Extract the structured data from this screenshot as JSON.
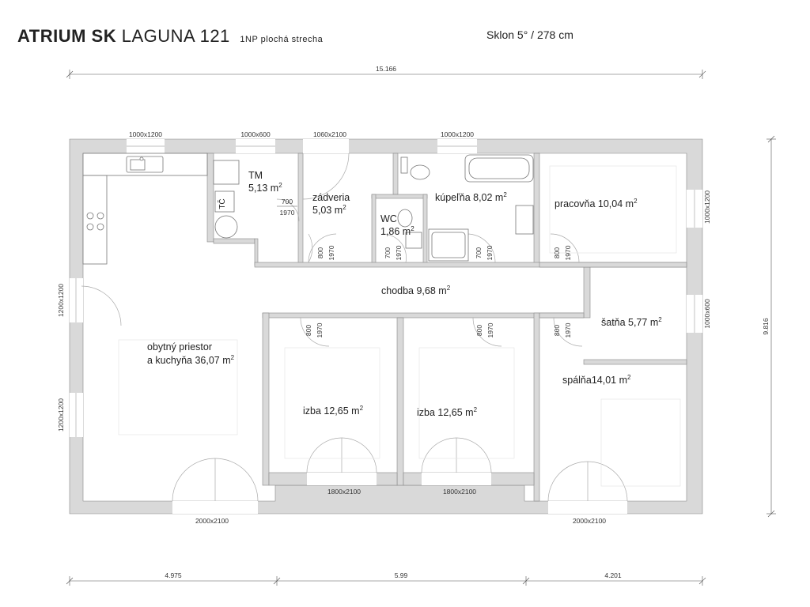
{
  "title": {
    "brand": "ATRIUM SK",
    "model": "LAGUNA 121",
    "sub": "1NP plochá strecha"
  },
  "slope": "Sklon 5° / 278 cm",
  "dimensions": {
    "total_width": "15.166",
    "total_height": "9.816",
    "seg1": "4.975",
    "seg2": "5.99",
    "seg3": "4.201"
  },
  "windows": {
    "top_kitchen": "1000x1200",
    "top_tm": "1000x600",
    "top_entry": "1060x2100",
    "top_bath": "1000x1200",
    "right_office": "1000x1200",
    "right_closet": "1000x600",
    "left_upper": "1200x1200",
    "left_lower": "1200x1200",
    "bottom_living": "2000x2100",
    "bottom_room1": "1800x2100",
    "bottom_room2": "1800x2100",
    "bottom_bedroom": "2000x2100"
  },
  "doors": {
    "d700": "700",
    "d800": "800",
    "h1970": "1970"
  },
  "rooms": {
    "tm": {
      "name": "TM",
      "area": "5,13 m",
      "sup": "2"
    },
    "zadveria": {
      "name": "zádveria",
      "area": "5,03 m",
      "sup": "2"
    },
    "wc": {
      "name": "WC",
      "area": "1,86 m",
      "sup": "2"
    },
    "kupelna": {
      "name": "kúpeľňa 8,02 m",
      "sup": "2"
    },
    "pracovna": {
      "name": "pracovňa 10,04 m",
      "sup": "2"
    },
    "chodba": {
      "name": "chodba 9,68 m",
      "sup": "2"
    },
    "satna": {
      "name": "šatňa 5,77 m",
      "sup": "2"
    },
    "obyvacka": {
      "name": "obytný priestor",
      "area": "a kuchyňa 36,07 m",
      "sup": "2"
    },
    "izba1": {
      "name": "izba 12,65 m",
      "sup": "2"
    },
    "izba2": {
      "name": "izba 12,65 m",
      "sup": "2"
    },
    "spalna": {
      "name": "spálňa14,01 m",
      "sup": "2"
    }
  },
  "fixtures": {
    "boiler": "TČ"
  }
}
